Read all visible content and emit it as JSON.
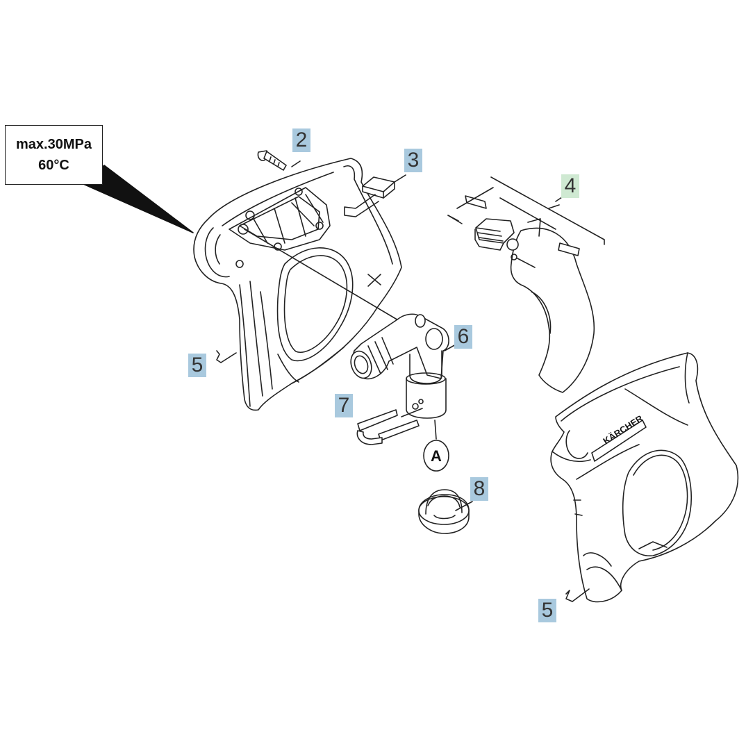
{
  "spec": {
    "pressure": "max.30MPa",
    "temperature": "60°C"
  },
  "callouts": [
    {
      "id": "c2",
      "label": "2",
      "highlight": "#a9c9de"
    },
    {
      "id": "c3",
      "label": "3",
      "highlight": "#a9c9de"
    },
    {
      "id": "c4",
      "label": "4",
      "highlight": "#cfe9d2"
    },
    {
      "id": "c5a",
      "label": "5",
      "highlight": "#a9c9de"
    },
    {
      "id": "c6",
      "label": "6",
      "highlight": "#a9c9de"
    },
    {
      "id": "c7",
      "label": "7",
      "highlight": "#a9c9de"
    },
    {
      "id": "c8",
      "label": "8",
      "highlight": "#a9c9de"
    },
    {
      "id": "c5b",
      "label": "5",
      "highlight": "#a9c9de"
    }
  ],
  "reference_mark": "A",
  "brand_logo": "KÄRCHER"
}
